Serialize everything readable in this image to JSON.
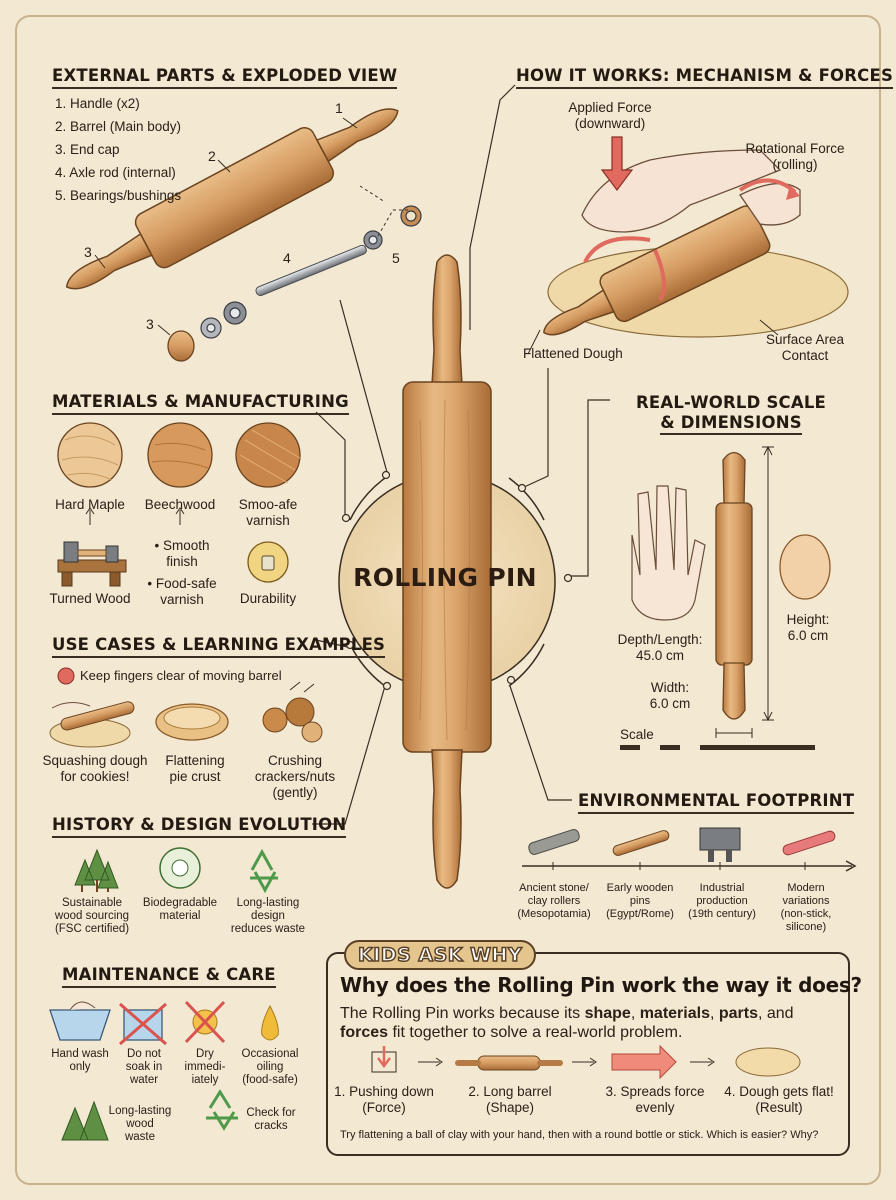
{
  "title": "ROLLING PIN",
  "external_parts": {
    "header": "EXTERNAL PARTS & EXPLODED VIEW",
    "items": [
      "1. Handle (x2)",
      "2. Barrel (Main body)",
      "3. End cap",
      "4. Axle rod (internal)",
      "5. Bearings/bushings"
    ],
    "callouts": [
      "1",
      "2",
      "3",
      "4",
      "5",
      "3"
    ]
  },
  "how_it_works": {
    "header": "HOW IT WORKS: MECHANISM & FORCES",
    "applied_force": [
      "Applied Force",
      "(downward)"
    ],
    "rotational_force": [
      "Rotational Force",
      "(rolling)"
    ],
    "flattened": "Flattened Dough",
    "surface": [
      "Surface Area",
      "Contact"
    ]
  },
  "materials": {
    "header": "MATERIALS & MANUFACTURING",
    "swatches": [
      "Hard Maple",
      "Beechwood",
      "Smoo-afe varnish"
    ],
    "swatch_third_lines": [
      "Smoo-afe",
      "varnish"
    ],
    "notes": [
      "Turned Wood",
      "• Smooth finish",
      "• Food-safe varnish",
      "Durability"
    ],
    "note_lines": {
      "smooth": [
        "• Smooth",
        "finish"
      ],
      "food": [
        "• Food-safe",
        "varnish"
      ]
    }
  },
  "scale": {
    "header_lines": [
      "REAL-WORLD SCALE",
      "& DIMENSIONS"
    ],
    "depth": [
      "Depth/Length:",
      "45.0 cm"
    ],
    "width": [
      "Width:",
      "6.0 cm"
    ],
    "height": [
      "Height:",
      "6.0 cm"
    ],
    "scale_label": "Scale"
  },
  "use_cases": {
    "header": "USE CASES & LEARNING EXAMPLES",
    "warning": "Keep fingers clear of moving barrel",
    "items": [
      [
        "Squashing dough",
        "for cookies!"
      ],
      [
        "Flattening",
        "pie crust"
      ],
      [
        "Crushing",
        "crackers/nuts",
        "(gently)"
      ]
    ]
  },
  "history": {
    "header": "HISTORY & DESIGN EVOLUTION",
    "items": [
      [
        "Sustainable",
        "wood sourcing",
        "(FSC certified)"
      ],
      [
        "Biodegradable",
        "material"
      ],
      [
        "Long-lasting",
        "design",
        "reduces waste"
      ]
    ]
  },
  "environment": {
    "header": "ENVIRONMENTAL FOOTPRINT",
    "timeline": [
      [
        "Ancient stone/",
        "clay rollers",
        "(Mesopotamia)"
      ],
      [
        "Early wooden",
        "pins",
        "(Egypt/Rome)"
      ],
      [
        "Industrial",
        "production",
        "(19th century)"
      ],
      [
        "Modern",
        "variations",
        "(non-stick,",
        "silicone)"
      ]
    ]
  },
  "maintenance": {
    "header": "MAINTENANCE & CARE",
    "items": [
      [
        "Hand wash",
        "only"
      ],
      [
        "Do not",
        "soak in",
        "water"
      ],
      [
        "Dry",
        "immedi-",
        "iately"
      ],
      [
        "Occasional",
        "oiling",
        "(food-safe)"
      ]
    ],
    "items2": [
      [
        "Long-lasting",
        "wood",
        "waste"
      ],
      [
        "Check for",
        "cracks"
      ]
    ]
  },
  "kids": {
    "tag": "KIDS ASK WHY",
    "question": "Why does the Rolling Pin work the way it does?",
    "p_1": "The Rolling Pin works because its ",
    "p_shape": "shape",
    "p_2": ", ",
    "p_materials": "materials",
    "p_3": ", ",
    "p_parts": "parts",
    "p_4": ", and ",
    "p_forces": "forces",
    "p_5": " fit together to solve a real-world problem.",
    "steps": [
      [
        "1. Pushing down",
        "(Force)"
      ],
      [
        "2. Long barrel",
        "(Shape)"
      ],
      [
        "3. Spreads force",
        "evenly"
      ],
      [
        "4. Dough gets flat!",
        "(Result)"
      ]
    ],
    "footer": "Try flattening a ball of clay with your hand, then with a round bottle or stick. Which is easier? Why?"
  },
  "colors": {
    "background": "#f3e8d2",
    "wood": "#d9a066",
    "wood_dark": "#b57a45",
    "accent_red": "#d9534f",
    "ink": "#2a2118",
    "kids_tag": "#e3c58d"
  }
}
